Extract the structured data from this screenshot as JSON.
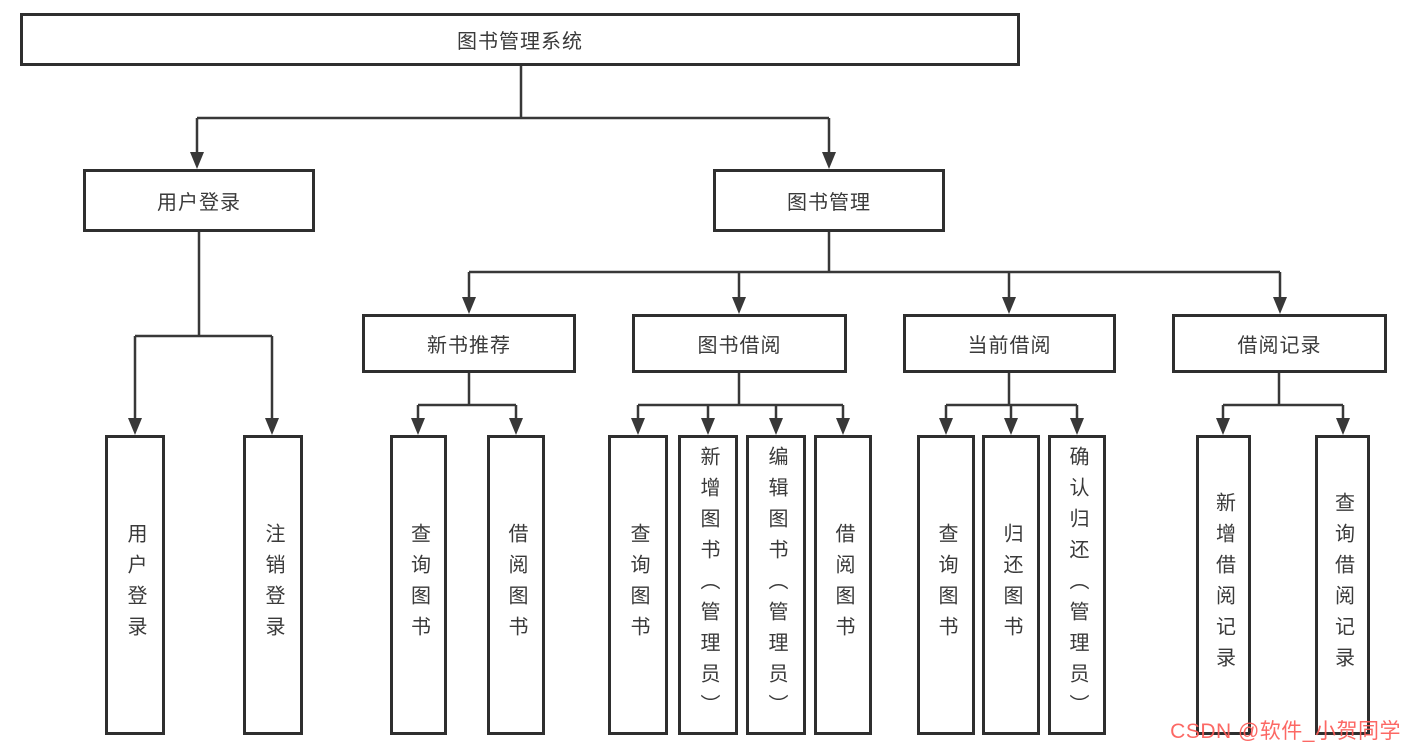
{
  "nodes": {
    "root": "图书管理系统",
    "user_login_branch": "用户登录",
    "book_management": "图书管理",
    "leaf_user_login": "用户登录",
    "leaf_logout": "注销登录",
    "new_book_recommend": "新书推荐",
    "book_borrow": "图书借阅",
    "current_borrow": "当前借阅",
    "borrow_records": "借阅记录",
    "recommend_query_books": "查询图书",
    "recommend_borrow_books": "借阅图书",
    "borrow_query_books": "查询图书",
    "borrow_add_books": "新增图书（管理员）",
    "borrow_edit_books": "编辑图书（管理员）",
    "borrow_borrow_books": "借阅图书",
    "current_query_books": "查询图书",
    "current_return_books": "归还图书",
    "current_confirm_return": "确认归还（管理员）",
    "records_add_record": "新增借阅记录",
    "records_query_record": "查询借阅记录"
  },
  "edges": [
    [
      "root",
      "user_login_branch"
    ],
    [
      "root",
      "book_management"
    ],
    [
      "user_login_branch",
      "leaf_user_login"
    ],
    [
      "user_login_branch",
      "leaf_logout"
    ],
    [
      "book_management",
      "new_book_recommend"
    ],
    [
      "book_management",
      "book_borrow"
    ],
    [
      "book_management",
      "current_borrow"
    ],
    [
      "book_management",
      "borrow_records"
    ],
    [
      "new_book_recommend",
      "recommend_query_books"
    ],
    [
      "new_book_recommend",
      "recommend_borrow_books"
    ],
    [
      "book_borrow",
      "borrow_query_books"
    ],
    [
      "book_borrow",
      "borrow_add_books"
    ],
    [
      "book_borrow",
      "borrow_edit_books"
    ],
    [
      "book_borrow",
      "borrow_borrow_books"
    ],
    [
      "current_borrow",
      "current_query_books"
    ],
    [
      "current_borrow",
      "current_return_books"
    ],
    [
      "current_borrow",
      "current_confirm_return"
    ],
    [
      "borrow_records",
      "records_add_record"
    ],
    [
      "borrow_records",
      "records_query_record"
    ]
  ],
  "watermark": "CSDN @软件_小贺同学",
  "colors": {
    "line": "#383838",
    "box_border": "#2f2f2f",
    "box_fill": "#ffffff",
    "text": "#3a3a3a",
    "watermark": "#fc5b57",
    "background": "#ffffff"
  }
}
